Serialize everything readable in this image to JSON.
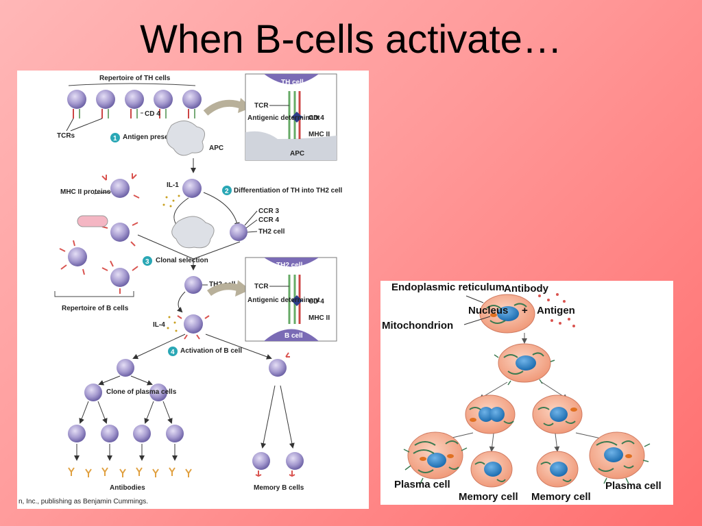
{
  "slide": {
    "title": "When B-cells activate…"
  },
  "left_diagram": {
    "repertoire_th": "Repertoire of TH cells",
    "cd4_top": "CD 4",
    "tcrs": "TCRs",
    "step1_num": "1",
    "step1_label": "Antigen presentation",
    "apc": "APC",
    "il1": "IL-1",
    "mhc_proteins": "MHC II proteins",
    "step2_num": "2",
    "step2_label": "Differentiation of TH into TH2 cell",
    "ccr3": "CCR 3",
    "ccr4": "CCR 4",
    "th2_cell_a": "TH2 cell",
    "step3_num": "3",
    "step3_label": "Clonal selection",
    "th2_cell_b": "TH2 cell",
    "repertoire_b": "Repertoire of B cells",
    "il4": "IL-4",
    "step4_num": "4",
    "step4_label": "Activation of B cell",
    "clone_label": "Clone of plasma cells",
    "antibodies": "Antibodies",
    "memory_b": "Memory B cells",
    "copyright": "n, Inc., publishing as Benjamin Cummings.",
    "inset1": {
      "cell": "TH cell",
      "tcr": "TCR",
      "antigenic": "Antigenic determinant",
      "cd4": "CD 4",
      "mhc": "MHC II",
      "apc": "APC"
    },
    "inset2": {
      "cell": "TH2 cell",
      "tcr": "TCR",
      "antigenic": "Antigenic determinant",
      "cd4": "CD 4",
      "mhc": "MHC II",
      "bcell": "B cell"
    }
  },
  "right_diagram": {
    "er": "Endoplasmic reticulum",
    "antibody": "Antibody",
    "nucleus": "Nucleus",
    "plus": "+",
    "antigen": "Antigen",
    "mitochondrion": "Mitochondrion",
    "plasma_left": "Plasma cell",
    "memory_1": "Memory cell",
    "memory_2": "Memory cell",
    "plasma_right": "Plasma cell"
  },
  "colors": {
    "cell": "#9f93cf",
    "cell_dark": "#6f62a8",
    "receptor": "#d9534f",
    "step_badge": "#2aa7b5",
    "plasma_cytoplasm": "#f4a98a",
    "nucleus": "#2f83c6"
  }
}
